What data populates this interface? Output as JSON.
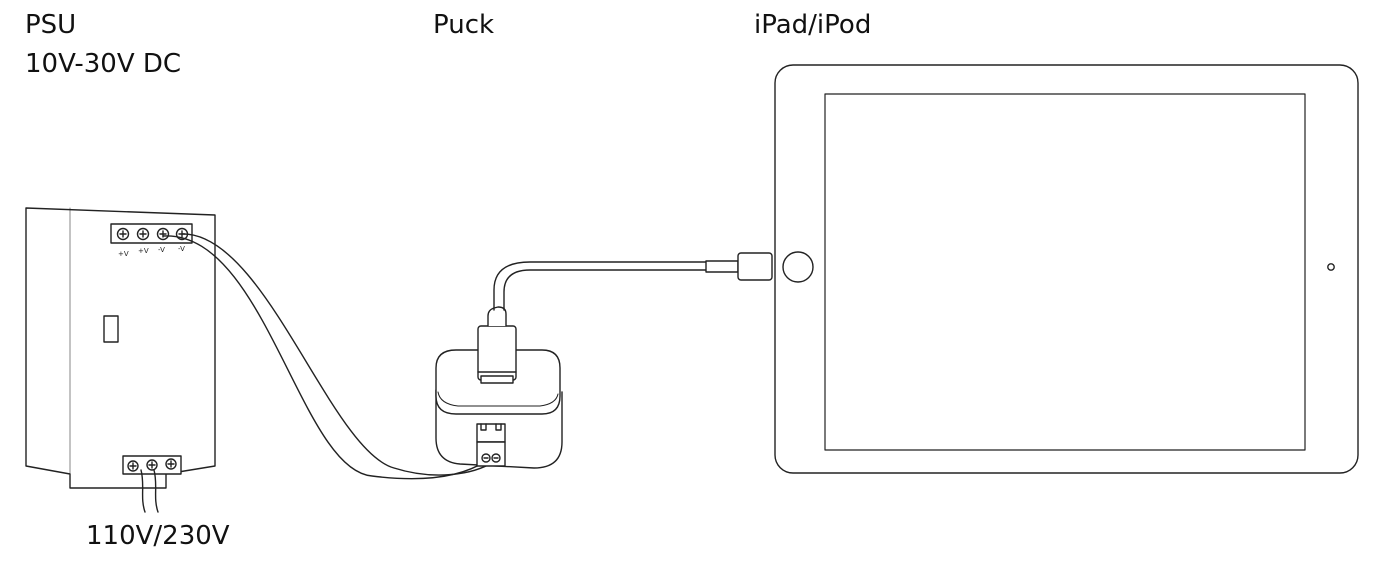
{
  "labels": {
    "psu": "PSU",
    "psu_voltage": "10V-30V DC",
    "puck": "Puck",
    "ipad": "iPad/iPod",
    "mains": "110V/230V"
  },
  "psu_terminals": [
    "+V",
    "+V",
    "-V",
    "-V"
  ],
  "colors": {
    "line": "#222222",
    "background": "#ffffff"
  }
}
